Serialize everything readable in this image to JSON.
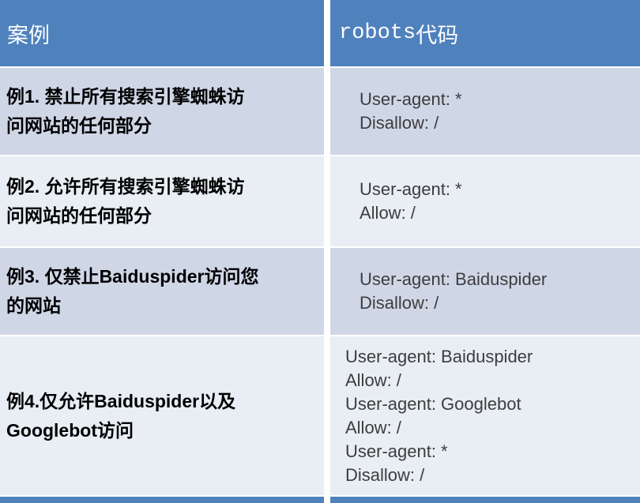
{
  "table": {
    "header": {
      "col1": "案例",
      "col2_code": "robots",
      "col2_suffix": "代码"
    },
    "rows": [
      {
        "case": "例1. 禁止所有搜索引擎蜘蛛访\n问网站的任何部分",
        "code": [
          "User-agent: *",
          "Disallow: /"
        ]
      },
      {
        "case": "例2. 允许所有搜索引擎蜘蛛访\n问网站的任何部分",
        "code": [
          "User-agent: *",
          "Allow: /"
        ]
      },
      {
        "case": "例3. 仅禁止Baiduspider访问您\n的网站",
        "code": [
          "User-agent: Baiduspider",
          "Disallow: /"
        ]
      },
      {
        "case": "例4.仅允许Baiduspider以及\nGooglebot访问",
        "code": [
          "User-agent: Baiduspider",
          "Allow: /",
          "User-agent: Googlebot",
          "Allow: /",
          "User-agent: *",
          "Disallow: /"
        ]
      }
    ],
    "colors": {
      "header_bg": "#4F81BD",
      "band_dark": "#CFD7E7",
      "band_light": "#E9EDF4",
      "header_text": "#FFFFFF",
      "case_text": "#000000",
      "code_text": "#3D3D3D"
    }
  }
}
